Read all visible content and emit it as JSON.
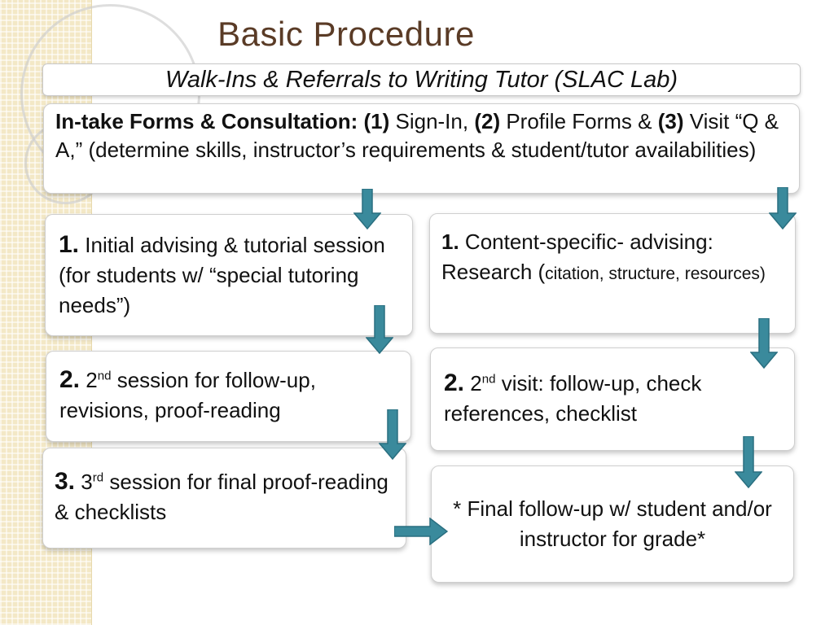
{
  "colors": {
    "title": "#5a3b26",
    "arrow": "#3a8a9c",
    "arrow_stroke": "#2a6f80"
  },
  "title": "Basic Procedure",
  "subtitle": "Walk-Ins & Referrals to Writing Tutor (SLAC Lab)",
  "intake": {
    "label": "In-take Forms & Consultation:",
    "n1": "(1)",
    "t1": " Sign-In, ",
    "n2": "(2)",
    "t2": " Profile Forms & ",
    "n3": "(3)",
    "t3": " Visit “Q & A,” (determine skills, instructor’s requirements & student/tutor availabilities)"
  },
  "left": [
    {
      "num": "1.",
      "text": " Initial advising & tutorial session (for students w/ “special tutoring needs”)"
    },
    {
      "num": "2.",
      "pre": " 2",
      "sup": "nd",
      "text": "  session for follow-up, revisions, proof-reading"
    },
    {
      "num": "3.",
      "pre": " 3",
      "sup": "rd",
      "text": " session for final proof-reading & checklists"
    }
  ],
  "right": [
    {
      "num": "1.",
      "text": " Content-specific- advising: Research (",
      "small": "citation, structure, resources)"
    },
    {
      "num": "2.",
      "pre": " 2",
      "sup": "nd",
      "text": " visit: follow-up, check references, checklist"
    },
    {
      "text": "* Final follow-up w/ student and/or instructor for grade*"
    }
  ]
}
